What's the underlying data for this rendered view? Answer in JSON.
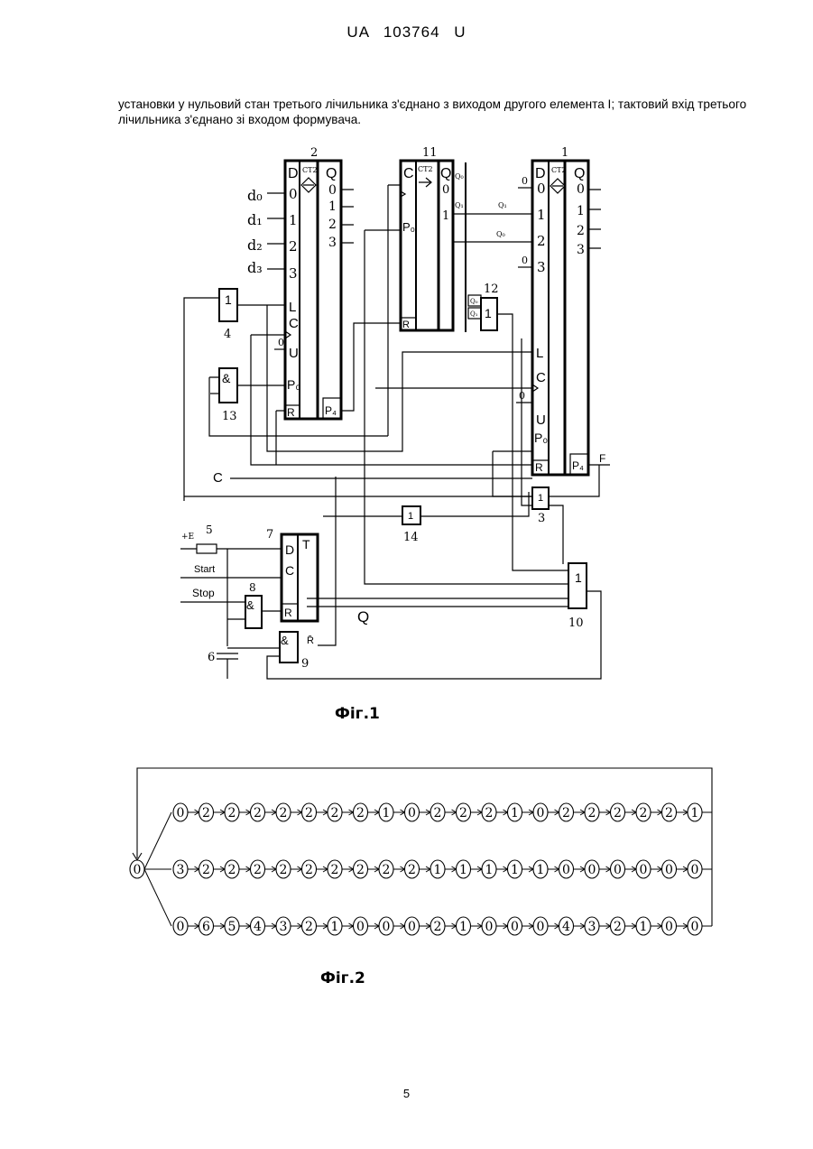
{
  "header": {
    "text": "UA   103764   U"
  },
  "paragraph": "установки у нульовий стан третього лічильника з'єднано з виходом другого елемента І; тактовий вхід третього лічильника з'єднано зі входом формувача.",
  "fig1": {
    "caption": "Фіг.1",
    "ref_numbers": {
      "c2": "2",
      "c11": "11",
      "c1": "1",
      "e4": "4",
      "e13": "13",
      "e12": "12",
      "e3": "3",
      "e14": "14",
      "e5": "5",
      "e7": "7",
      "e8": "8",
      "e9": "9",
      "e10": "10",
      "e6": "6"
    },
    "pins": {
      "D": "D",
      "CT2": "CT2",
      "Q": "Q",
      "L": "L",
      "C": "C",
      "U": "U",
      "R": "R",
      "P0": "P₀",
      "P4": "P₄",
      "T": "T",
      "one": "1",
      "amp": "&",
      "Rbar": "R̄",
      "q0": "0",
      "q1": "1",
      "q2": "2",
      "q3": "3"
    },
    "signals": {
      "d0": "d₀",
      "d1": "d₁",
      "d2": "d₂",
      "d3": "d₃",
      "C": "C",
      "F": "F",
      "Q": "Q",
      "E": "+E",
      "start": "Start",
      "stop": "Stop",
      "Q0": "Q₀",
      "Q1": "Q₁",
      "zero": "0"
    }
  },
  "fig2": {
    "caption": "Фіг.2",
    "root": "0",
    "rows": [
      [
        "0",
        "2",
        "2",
        "2",
        "2",
        "2",
        "2",
        "2",
        "1",
        "0",
        "2",
        "2",
        "2",
        "1",
        "0",
        "2",
        "2",
        "2",
        "2",
        "2",
        "1"
      ],
      [
        "3",
        "2",
        "2",
        "2",
        "2",
        "2",
        "2",
        "2",
        "2",
        "2",
        "1",
        "1",
        "1",
        "1",
        "1",
        "0",
        "0",
        "0",
        "0",
        "0",
        "0"
      ],
      [
        "0",
        "6",
        "5",
        "4",
        "3",
        "2",
        "1",
        "0",
        "0",
        "0",
        "2",
        "1",
        "0",
        "0",
        "0",
        "4",
        "3",
        "2",
        "1",
        "0",
        "0"
      ]
    ]
  },
  "page_number": "5"
}
